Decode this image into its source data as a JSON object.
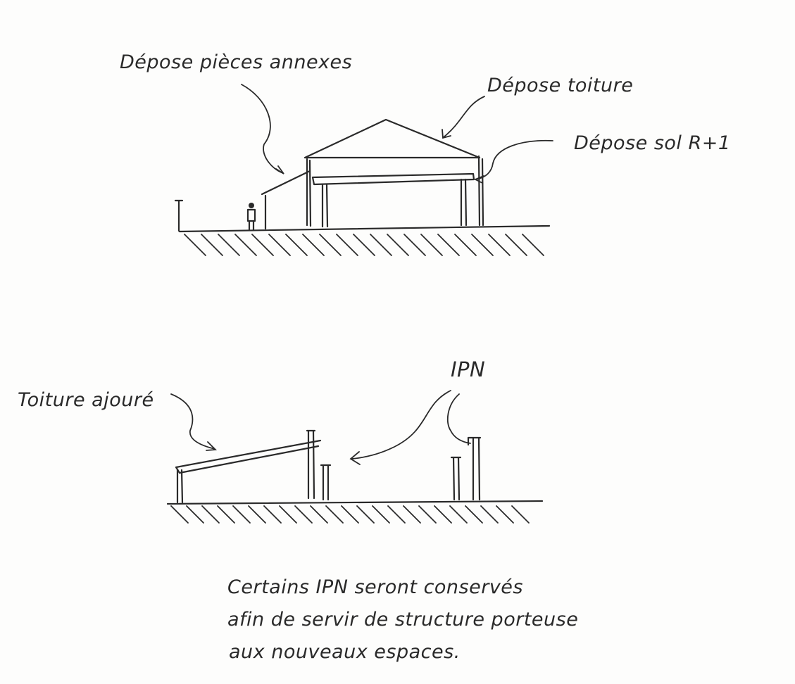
{
  "top_sketch": {
    "label_annexes": "Dépose pièces annexes",
    "label_roof": "Dépose toiture",
    "label_floor": "Dépose sol R+1"
  },
  "bottom_sketch": {
    "label_roof": "Toiture ajouré",
    "label_ipn": "IPN"
  },
  "note": {
    "line1": "Certains IPN seront conservés",
    "line2": "afin de servir de structure porteuse",
    "line3": "aux nouveaux espaces."
  },
  "ink_color": "#2a2a2a",
  "paper_color": "#fdfdfc"
}
